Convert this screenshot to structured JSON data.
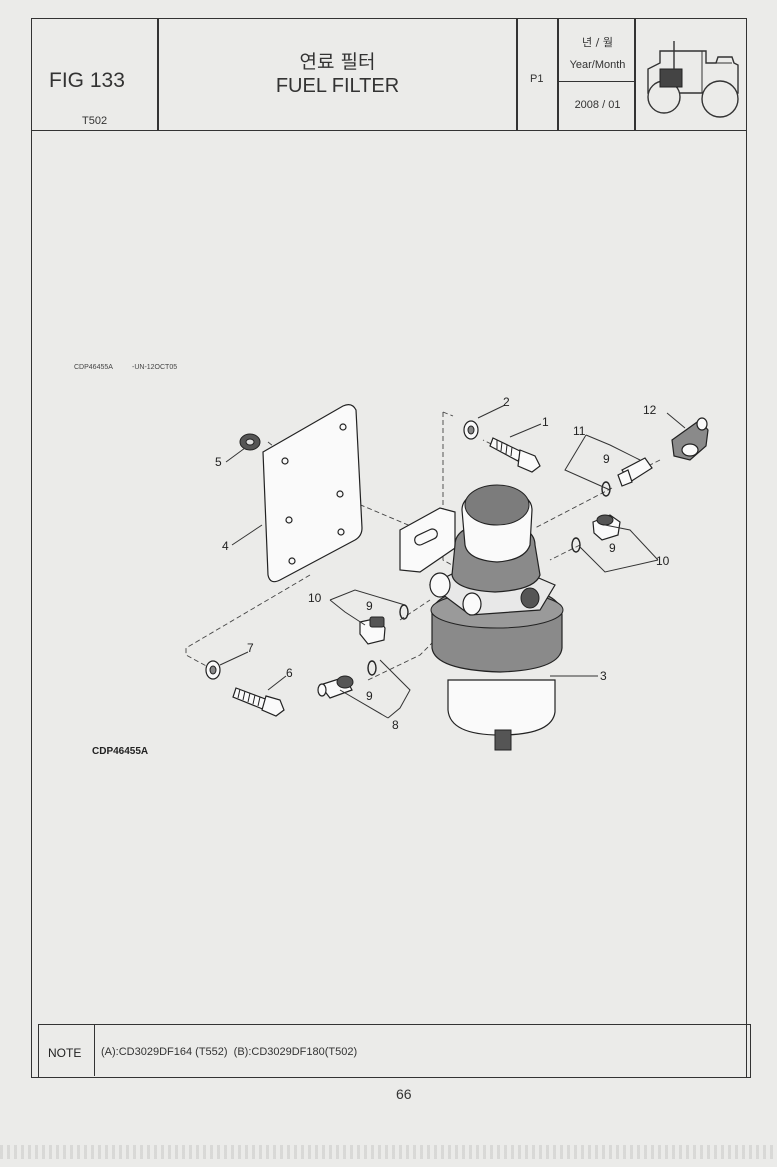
{
  "header": {
    "fig_label": "FIG 133",
    "model": "T502",
    "title_korean": "연료 필터",
    "title_english": "FUEL FILTER",
    "page": "P1",
    "date_label_korean": "년 / 월",
    "date_label_english": "Year/Month",
    "date_value": "2008 / 01"
  },
  "diagram": {
    "ref_small": "CDP46455A",
    "ref_small_date": "-UN-12OCT05",
    "ref_bold": "CDP46455A",
    "callouts": {
      "c1": "1",
      "c2": "2",
      "c3": "3",
      "c4": "4",
      "c5": "5",
      "c6": "6",
      "c7": "7",
      "c8": "8",
      "c9a": "9",
      "c9b": "9",
      "c9c": "9",
      "c9d": "9",
      "c10a": "10",
      "c10b": "10",
      "c11": "11",
      "c12": "12"
    }
  },
  "note": {
    "label": "NOTE",
    "text": "(A):CD3029DF164 (T552)  (B):CD3029DF180(T502)"
  },
  "footer": {
    "page_number": "66"
  }
}
